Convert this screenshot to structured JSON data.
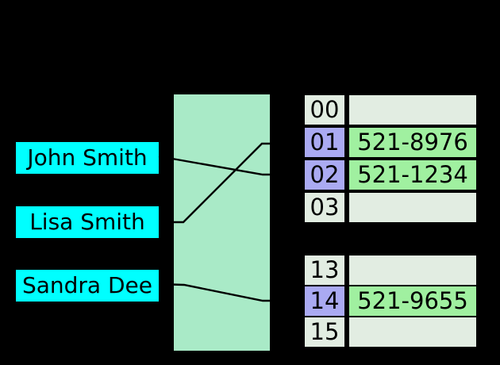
{
  "diagram": {
    "description_visible_elements": "hash table mapping diagram",
    "keys": [
      {
        "label": "John Smith"
      },
      {
        "label": "Lisa Smith"
      },
      {
        "label": "Sandra Dee"
      }
    ],
    "buckets": [
      {
        "index": "00",
        "value": "",
        "occupied": false
      },
      {
        "index": "01",
        "value": "521-8976",
        "occupied": true
      },
      {
        "index": "02",
        "value": "521-1234",
        "occupied": true
      },
      {
        "index": "03",
        "value": "",
        "occupied": false
      },
      {
        "index": "13",
        "value": "",
        "occupied": false
      },
      {
        "index": "14",
        "value": "521-9655",
        "occupied": true
      },
      {
        "index": "15",
        "value": "",
        "occupied": false
      }
    ],
    "links": [
      {
        "key": "John Smith",
        "bucket": "02"
      },
      {
        "key": "Lisa Smith",
        "bucket": "01"
      },
      {
        "key": "Sandra Dee",
        "bucket": "14"
      }
    ],
    "colors": {
      "background": "#000000",
      "key_box": "#00ffff",
      "hash_box": "#a9eac7",
      "index_occupied": "#aaaaf2",
      "index_empty": "#e2ede2",
      "value_occupied": "#a0f0a0",
      "value_empty": "#e2ede2",
      "line": "#000000",
      "text": "#000000"
    }
  }
}
